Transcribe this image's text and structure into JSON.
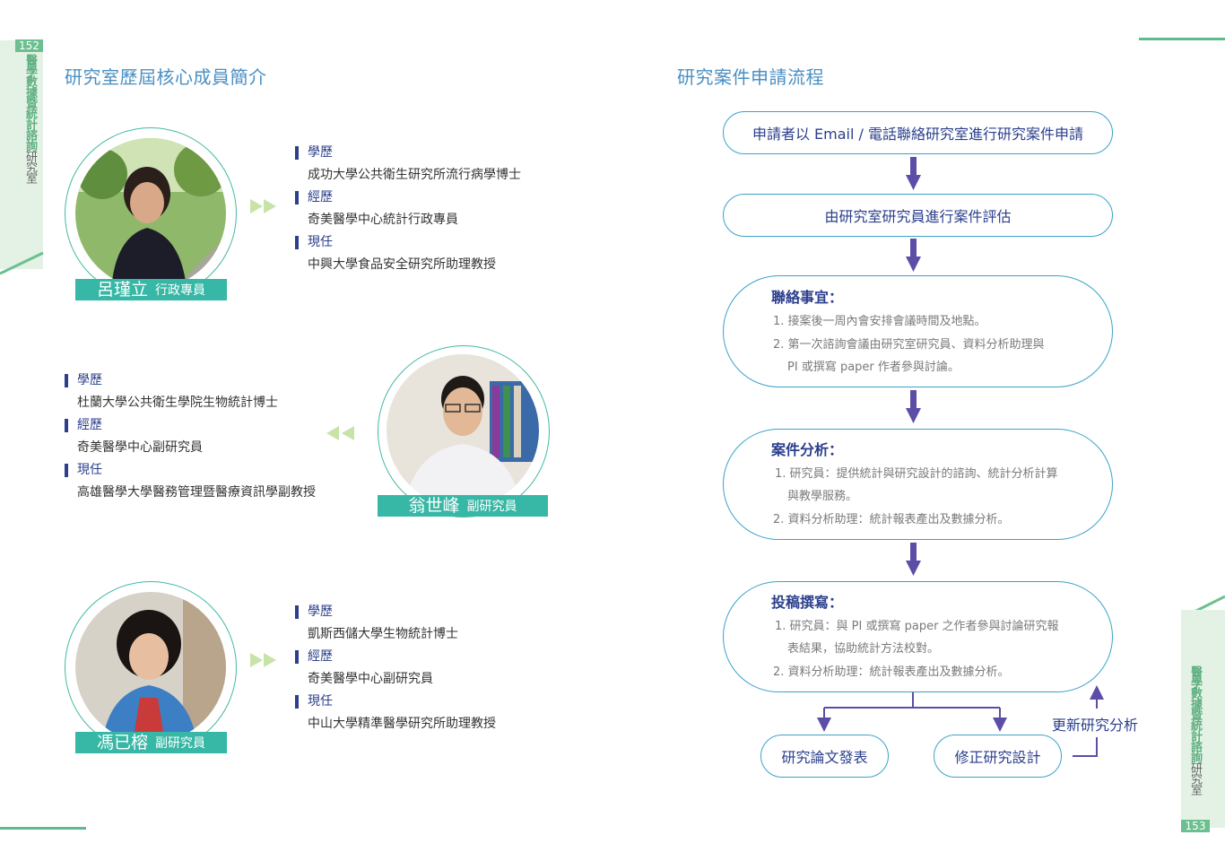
{
  "left_page": {
    "page_number": "152",
    "vertical_title_bold": "醫學數據暨統計諮詢",
    "vertical_title_rest": "研究室",
    "section_title": "研究室歷屆核心成員簡介",
    "members": [
      {
        "name": "呂瑾立",
        "role": "行政專員",
        "education_label": "學歷",
        "education": "成功大學公共衛生研究所流行病學博士",
        "experience_label": "經歷",
        "experience": "奇美醫學中心統計行政專員",
        "current_label": "現任",
        "current": "中興大學食品安全研究所助理教授"
      },
      {
        "name": "翁世峰",
        "role": "副研究員",
        "education_label": "學歷",
        "education": "杜蘭大學公共衛生學院生物統計博士",
        "experience_label": "經歷",
        "experience": "奇美醫學中心副研究員",
        "current_label": "現任",
        "current": "高雄醫學大學醫務管理暨醫療資訊學副教授"
      },
      {
        "name": "馮已榕",
        "role": "副研究員",
        "education_label": "學歷",
        "education": "凱斯西儲大學生物統計博士",
        "experience_label": "經歷",
        "experience": "奇美醫學中心副研究員",
        "current_label": "現任",
        "current": "中山大學精準醫學研究所助理教授"
      }
    ]
  },
  "right_page": {
    "page_number": "153",
    "vertical_title_bold": "醫學數據暨統計諮詢",
    "vertical_title_rest": "研究室",
    "section_title": "研究案件申請流程",
    "flow": {
      "step1": "申請者以 Email / 電話聯絡研究室進行研究案件申請",
      "step2": "由研究室研究員進行案件評估",
      "step3": {
        "title": "聯絡事宜：",
        "lines": [
          "1. 接案後一周內會安排會議時間及地點。",
          "2. 第一次諮詢會議由研究室研究員、資料分析助理與",
          "PI 或撰寫 paper 作者參與討論。"
        ]
      },
      "step4": {
        "title": "案件分析：",
        "lines": [
          "1. 研究員：提供統計與研究設計的諮詢、統計分析計算",
          "與教學服務。",
          "2. 資料分析助理：統計報表產出及數據分析。"
        ]
      },
      "step5": {
        "title": "投稿撰寫：",
        "lines": [
          "1. 研究員：與 PI 或撰寫 paper 之作者參與討論研究報",
          "表結果，協助統計方法校對。",
          "2. 資料分析助理：統計報表產出及數據分析。"
        ]
      },
      "outcome_left": "研究論文發表",
      "outcome_right": "修正研究設計",
      "loop_label": "更新研究分析"
    }
  },
  "colors": {
    "accent_teal": "#37b7a5",
    "title_blue": "#4a8fc3",
    "navy": "#2b3f8c",
    "arrow_purple": "#5b4ea6",
    "pill_border": "#3aa3c9",
    "green_line": "#5dbb8d",
    "side_tab": "#e4f1e5"
  }
}
